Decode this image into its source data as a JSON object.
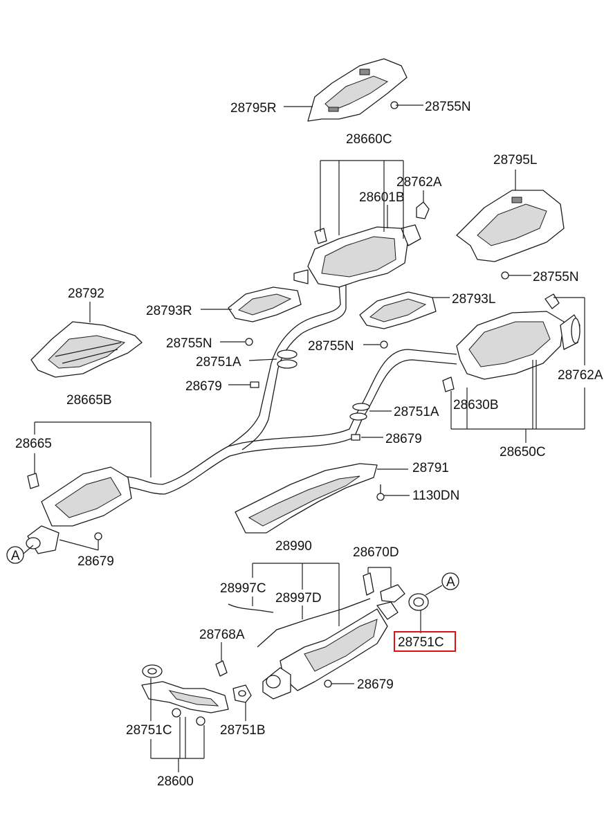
{
  "diagram": {
    "labels": {
      "l_28795R": "28795R",
      "l_28755N_top": "28755N",
      "l_28660C": "28660C",
      "l_28762A_top": "28762A",
      "l_28601B": "28601B",
      "l_28795L": "28795L",
      "l_28755N_right": "28755N",
      "l_28792": "28792",
      "l_28793R": "28793R",
      "l_28793L": "28793L",
      "l_28755N_left": "28755N",
      "l_28755N_mid": "28755N",
      "l_28762A_right": "28762A",
      "l_28751A_left": "28751A",
      "l_28679_left": "28679",
      "l_28630B": "28630B",
      "l_28751A_right": "28751A",
      "l_28665B": "28665B",
      "l_28679_mid": "28679",
      "l_28665": "28665",
      "l_28650C": "28650C",
      "l_28791": "28791",
      "l_1130DN": "1130DN",
      "l_A_left": "A",
      "l_28679_bottomleft": "28679",
      "l_28990": "28990",
      "l_28670D": "28670D",
      "l_28997C": "28997C",
      "l_28997D": "28997D",
      "l_A_right": "A",
      "l_28768A": "28768A",
      "l_28751C_right": "28751C",
      "l_28679_bottom": "28679",
      "l_28751C_left": "28751C",
      "l_28751B": "28751B",
      "l_28600": "28600"
    },
    "highlighted_label": "28751C",
    "highlight_color": "#e01010"
  }
}
